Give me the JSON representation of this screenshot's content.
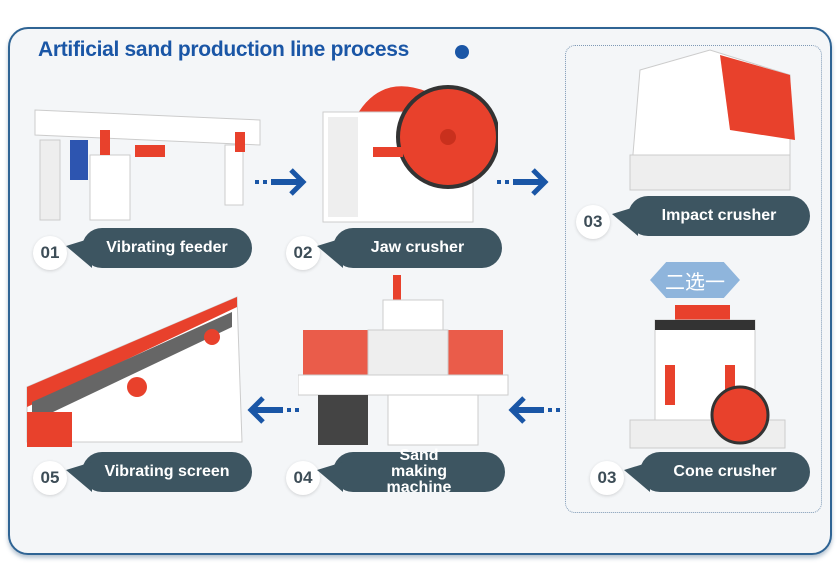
{
  "title": "Artificial sand production line process",
  "steps": [
    {
      "number": "01",
      "label": "Vibrating feeder"
    },
    {
      "number": "02",
      "label": "Jaw crusher"
    },
    {
      "number": "03",
      "label": "Impact crusher"
    },
    {
      "number": "03",
      "label": "Cone crusher"
    },
    {
      "number": "04",
      "label": "Sand making machine"
    },
    {
      "number": "05",
      "label": "Vibrating screen"
    }
  ],
  "choice_badge": "二选一",
  "colors": {
    "accent": "#1a56a6",
    "label_bg": "#3d5561",
    "machine_red": "#e8412c",
    "badge": "#8fb5dc"
  }
}
